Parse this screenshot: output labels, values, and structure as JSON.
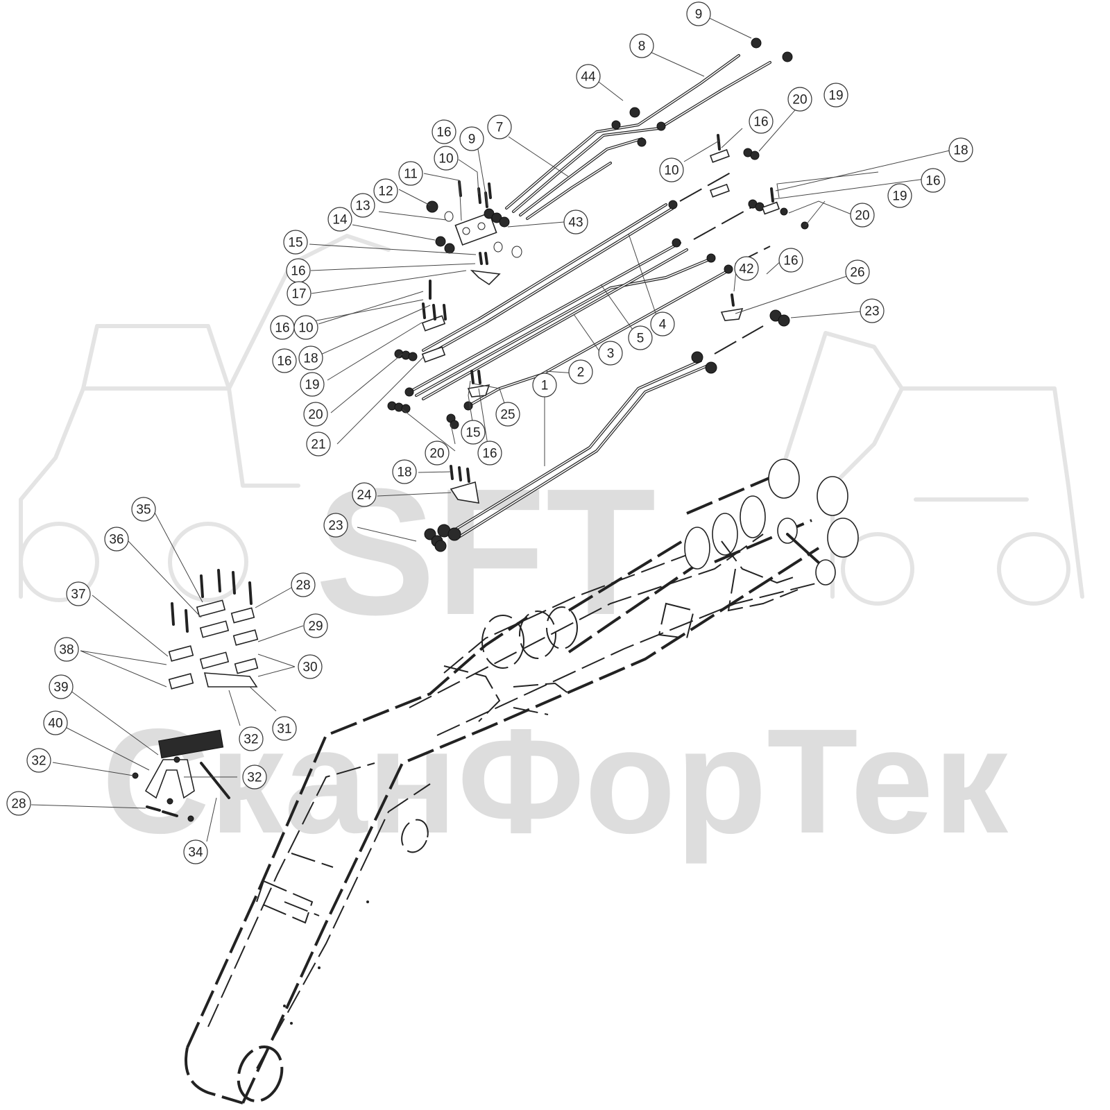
{
  "watermark": {
    "logo": "SFT",
    "company": "СканФорТек"
  },
  "callouts": [
    {
      "label": "1"
    },
    {
      "label": "2"
    },
    {
      "label": "3"
    },
    {
      "label": "4"
    },
    {
      "label": "5"
    },
    {
      "label": "7"
    },
    {
      "label": "8"
    },
    {
      "label": "9"
    },
    {
      "label": "9"
    },
    {
      "label": "44"
    },
    {
      "label": "16"
    },
    {
      "label": "10"
    },
    {
      "label": "11"
    },
    {
      "label": "12"
    },
    {
      "label": "13"
    },
    {
      "label": "14"
    },
    {
      "label": "15"
    },
    {
      "label": "16"
    },
    {
      "label": "17"
    },
    {
      "label": "16"
    },
    {
      "label": "10"
    },
    {
      "label": "16"
    },
    {
      "label": "18"
    },
    {
      "label": "19"
    },
    {
      "label": "20"
    },
    {
      "label": "21"
    },
    {
      "label": "43"
    },
    {
      "label": "10"
    },
    {
      "label": "16"
    },
    {
      "label": "20"
    },
    {
      "label": "19"
    },
    {
      "label": "18"
    },
    {
      "label": "16"
    },
    {
      "label": "19"
    },
    {
      "label": "20"
    },
    {
      "label": "42"
    },
    {
      "label": "16"
    },
    {
      "label": "26"
    },
    {
      "label": "23"
    },
    {
      "label": "25"
    },
    {
      "label": "15"
    },
    {
      "label": "16"
    },
    {
      "label": "20"
    },
    {
      "label": "18"
    },
    {
      "label": "24"
    },
    {
      "label": "23"
    },
    {
      "label": "35"
    },
    {
      "label": "36"
    },
    {
      "label": "37"
    },
    {
      "label": "38"
    },
    {
      "label": "28"
    },
    {
      "label": "29"
    },
    {
      "label": "30"
    },
    {
      "label": "31"
    },
    {
      "label": "32"
    },
    {
      "label": "39"
    },
    {
      "label": "40"
    },
    {
      "label": "32"
    },
    {
      "label": "28"
    },
    {
      "label": "32"
    },
    {
      "label": "34"
    }
  ]
}
